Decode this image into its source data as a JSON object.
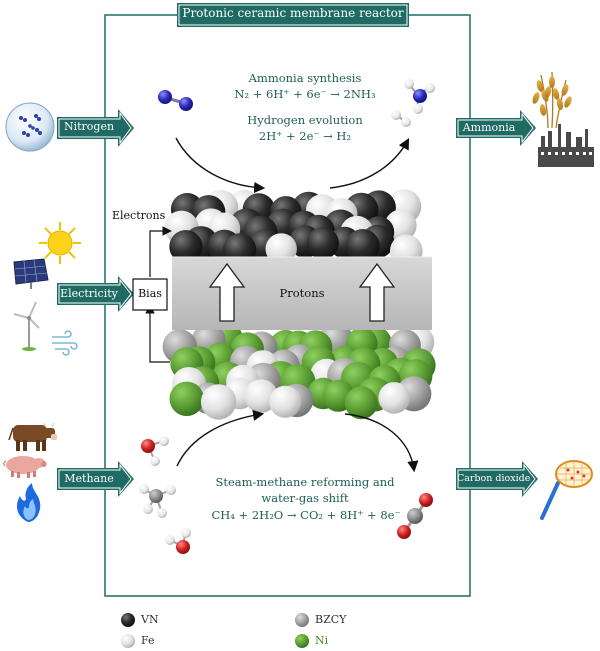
{
  "title": "Protonic ceramic membrane reactor",
  "inputs": {
    "nitrogen": "Nitrogen",
    "electricity": "Electricity",
    "methane": "Methane"
  },
  "outputs": {
    "ammonia": "Ammonia",
    "carbon_dioxide": "Carbon dioxide"
  },
  "top_reactions": {
    "ammonia_title": "Ammonia synthesis",
    "ammonia_eq": "N₂ + 6H⁺ + 6e⁻ → 2NH₃",
    "hydrogen_title": "Hydrogen evolution",
    "hydrogen_eq": "2H⁺ + 2e⁻ → H₂"
  },
  "bottom_reactions": {
    "line1": "Steam-methane reforming and",
    "line2": "water-gas shift",
    "eq": "CH₄ + 2H₂O → CO₂ + 8H⁺ + 8e⁻"
  },
  "membrane": {
    "electrons": "Electrons",
    "bias": "Bias",
    "protons": "Protons"
  },
  "legend": {
    "vn": "VN",
    "fe": "Fe",
    "bzcy": "BZCY",
    "ni": "Ni"
  },
  "colors": {
    "teal": "#1f6b64",
    "label_text": "#1d5e55",
    "vn": "#2a2a2a",
    "fe": "#dcdcdc",
    "bzcy": "#9c9c9c",
    "ni": "#5c9e34"
  }
}
